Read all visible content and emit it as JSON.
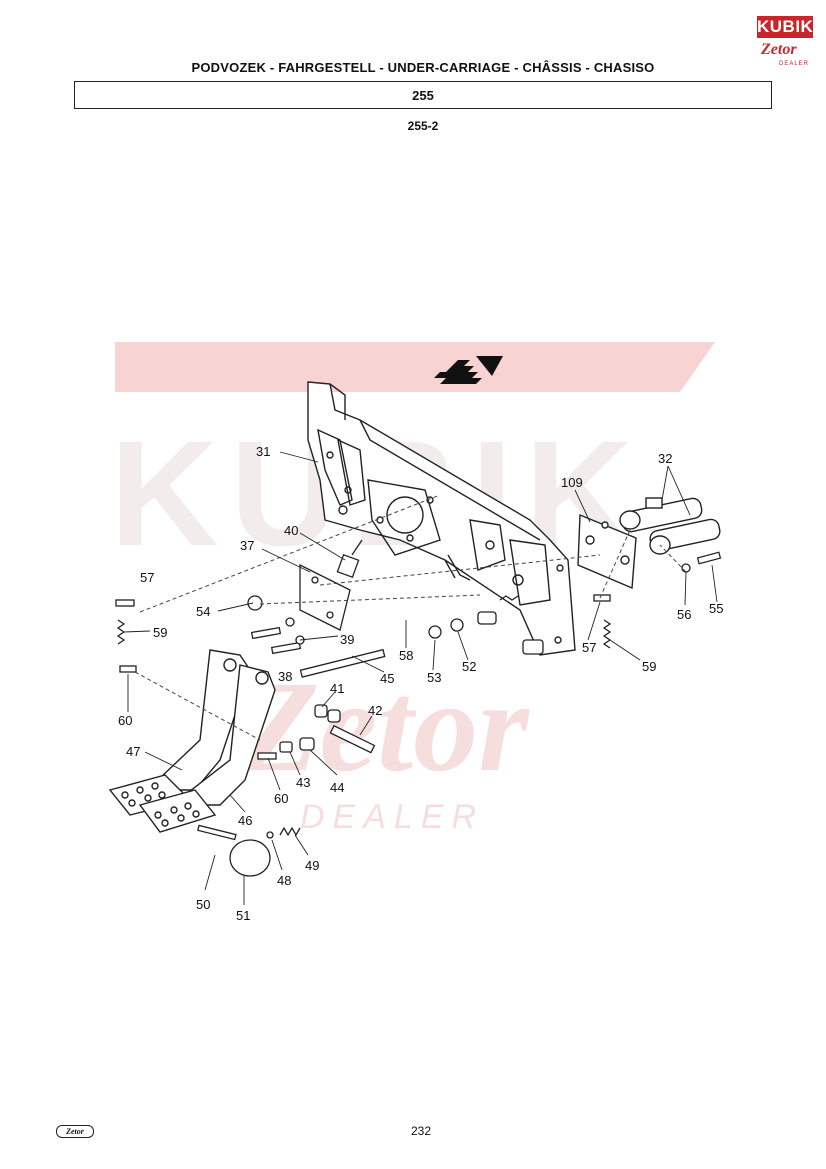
{
  "header": {
    "title": "PODVOZEK - FAHRGESTELL - UNDER-CARRIAGE - CHÂSSIS - CHASISO",
    "group_number": "255",
    "subgroup_number": "255-2"
  },
  "logo": {
    "brand": "KUBIK",
    "partner": "Zetor",
    "tagline": "DEALER",
    "accent_color": "#c8262b"
  },
  "watermark": {
    "brand": "KUBIK",
    "partner": "Zetor",
    "tagline": "DEALER",
    "color": "#f7d3d3"
  },
  "diagram": {
    "icons": [
      "direction-arrow-icon"
    ],
    "callouts": [
      {
        "label": "31"
      },
      {
        "label": "32"
      },
      {
        "label": "109"
      },
      {
        "label": "40"
      },
      {
        "label": "37"
      },
      {
        "label": "57"
      },
      {
        "label": "54"
      },
      {
        "label": "39"
      },
      {
        "label": "59"
      },
      {
        "label": "38"
      },
      {
        "label": "58"
      },
      {
        "label": "53"
      },
      {
        "label": "52"
      },
      {
        "label": "45"
      },
      {
        "label": "56"
      },
      {
        "label": "55"
      },
      {
        "label": "57"
      },
      {
        "label": "59"
      },
      {
        "label": "60"
      },
      {
        "label": "41"
      },
      {
        "label": "42"
      },
      {
        "label": "47"
      },
      {
        "label": "43"
      },
      {
        "label": "44"
      },
      {
        "label": "60"
      },
      {
        "label": "46"
      },
      {
        "label": "49"
      },
      {
        "label": "48"
      },
      {
        "label": "50"
      },
      {
        "label": "51"
      }
    ]
  },
  "footer": {
    "logo_text": "Zetor",
    "page_number": "232"
  }
}
